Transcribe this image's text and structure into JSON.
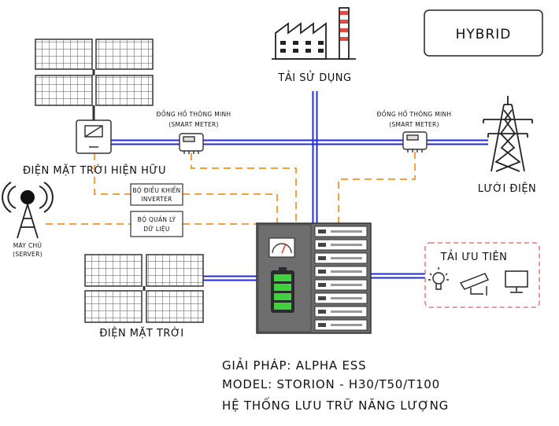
{
  "header": {
    "mode_badge": "HYBRID"
  },
  "nodes": {
    "load": "TẢI SỬ DỤNG",
    "existing_solar": "ĐIỆN MẶT TRỜI HIỆN HỮU",
    "grid": "LƯỚI ĐIỆN",
    "solar": "ĐIỆN MẶT TRỜI",
    "server_line1": "MÁY CHỦ",
    "server_line2": "(SERVER)",
    "priority_load": "TẢI ƯU TIÊN"
  },
  "meter_left": {
    "line1": "ĐỒNG HỒ THÔNG MINH",
    "line2": "(SMART METER)"
  },
  "meter_right": {
    "line1": "ĐỒNG HỒ THÔNG MINH",
    "line2": "(SMART METER)"
  },
  "boxes": {
    "inverter_ctrl_line1": "BỘ ĐIỀU KHIỂN",
    "inverter_ctrl_line2": "INVERTER",
    "data_mgr_line1": "BỘ QUẢN LÝ",
    "data_mgr_line2": "DỮ LIỆU"
  },
  "footer": {
    "solution": "GIẢI PHÁP: ALPHA ESS",
    "model": "MODEL: STORION - H30/T50/T100",
    "system": "HỆ THỐNG LƯU TRỮ NĂNG LƯỢNG"
  },
  "colors": {
    "power_line": "#1f2bd6",
    "data_line": "#f5a03c",
    "priority_border": "#e07a7a",
    "battery_green": "#3fd13f",
    "cabinet": "#6b6b6b"
  },
  "icons": [
    "factory-icon",
    "solar-panel-icon",
    "inverter-icon",
    "smart-meter-icon",
    "transmission-tower-icon",
    "server-tower-icon",
    "battery-cabinet-icon",
    "light-bulb-icon",
    "cctv-camera-icon",
    "monitor-icon"
  ]
}
